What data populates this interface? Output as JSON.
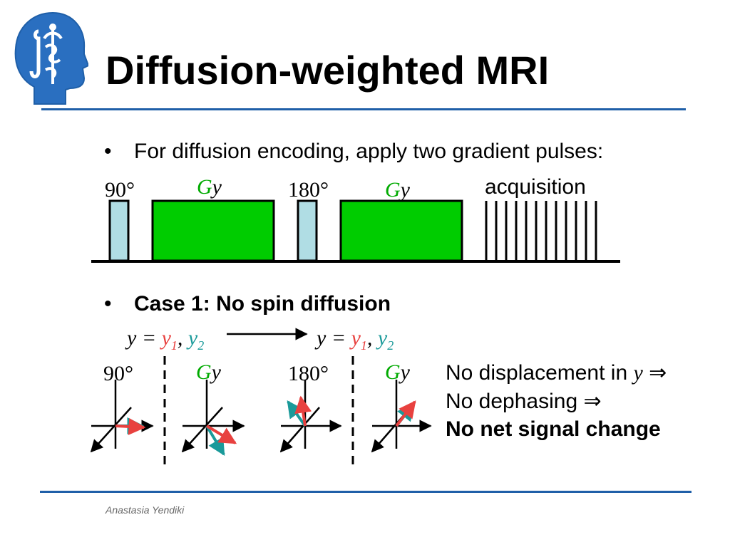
{
  "slide": {
    "title": "Diffusion-weighted MRI",
    "author": "Anastasia Yendiki"
  },
  "bullets": [
    {
      "text": "For diffusion encoding, apply two gradient pulses:",
      "bold": false
    },
    {
      "text": "Case 1: No spin diffusion",
      "bold": true
    }
  ],
  "pulse_sequence": {
    "labels": {
      "rf1": "90°",
      "grad1_g": "G",
      "grad1_y": "y",
      "rf2": "180°",
      "grad2_g": "G",
      "grad2_y": "y",
      "acquisition": "acquisition"
    }
  },
  "case1": {
    "eq_left": {
      "lhs": "y = ",
      "y1": "y",
      "s1": "1",
      "comma": ", ",
      "y2": "y",
      "s2": "2"
    },
    "eq_right": {
      "lhs": "y = ",
      "y1": "y",
      "s1": "1",
      "comma": ", ",
      "y2": "y",
      "s2": "2"
    },
    "step_labels": {
      "rf1": "90°",
      "g1_g": "G",
      "g1_y": "y",
      "rf2": "180°",
      "g2_g": "G",
      "g2_y": "y"
    },
    "conclusion": {
      "line1": "No displacement in ",
      "line1_var": "y",
      "line1_arrow": "⇒",
      "line2": "No dephasing ",
      "line2_arrow": "⇒",
      "line3": "No net signal change"
    }
  },
  "colors": {
    "accent_blue": "#1f5fa8",
    "gradient_green": "#00cc00",
    "rf_pulse": "#b0dde4",
    "spin_red": "#e8413f",
    "spin_teal": "#1a9a9a"
  }
}
